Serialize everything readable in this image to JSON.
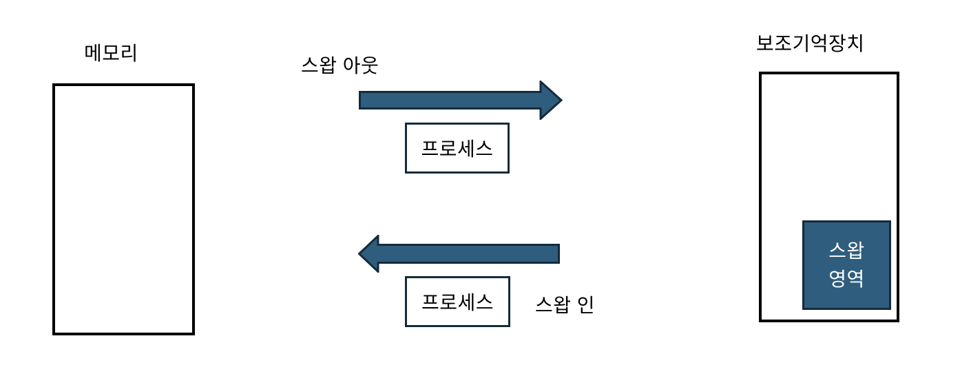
{
  "diagram": {
    "title": "",
    "colors": {
      "background": "#ffffff",
      "outline": "#000000",
      "accent_fill": "#2F5D7E",
      "accent_border": "#132B3B",
      "swap_area_text": "#ffffff"
    },
    "memory": {
      "label": "메모리"
    },
    "storage": {
      "label": "보조기억장치",
      "swap_area": {
        "line1": "스왑",
        "line2": "영역"
      }
    },
    "swap_out": {
      "label": "스왑 아웃",
      "process_label": "프로세스",
      "arrow_direction": "right"
    },
    "swap_in": {
      "label": "스왑 인",
      "process_label": "프로세스",
      "arrow_direction": "left"
    }
  }
}
